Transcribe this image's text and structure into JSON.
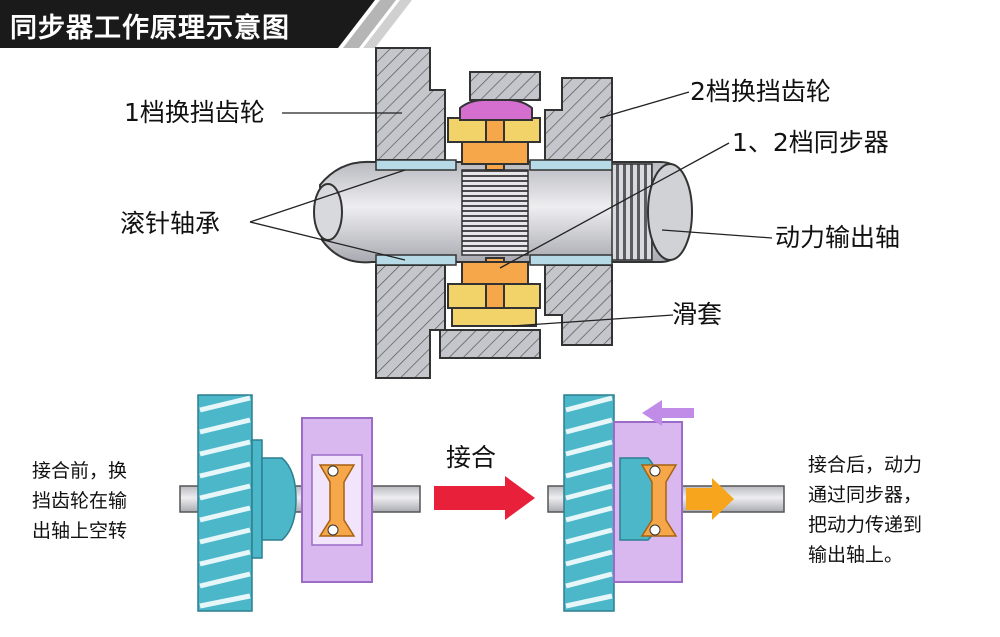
{
  "title": "同步器工作原理示意图",
  "labels": {
    "gear1": "1档换挡齿轮",
    "gear2": "2档换挡齿轮",
    "synchronizer": "1、2档同步器",
    "needle_bearing": "滚针轴承",
    "output_shaft": "动力输出轴",
    "sleeve": "滑套"
  },
  "process": {
    "before_lines": [
      "接合前，换",
      "挡齿轮在输",
      "出轴上空转"
    ],
    "engage": "接合",
    "after_lines": [
      "接合后，动力",
      "通过同步器，",
      "把动力传递到",
      "输出轴上。"
    ]
  },
  "colors": {
    "housing": "#c4c6cc",
    "gear_blue": "#4bb7c9",
    "sleeve_purple": "#d9b8f0",
    "synchro_orange": "#f5a74a",
    "ring_yellow": "#f1d36a",
    "arrow_red": "#e8203a",
    "arrow_orange": "#f7a51c",
    "arrow_purple": "#c08ce8"
  }
}
